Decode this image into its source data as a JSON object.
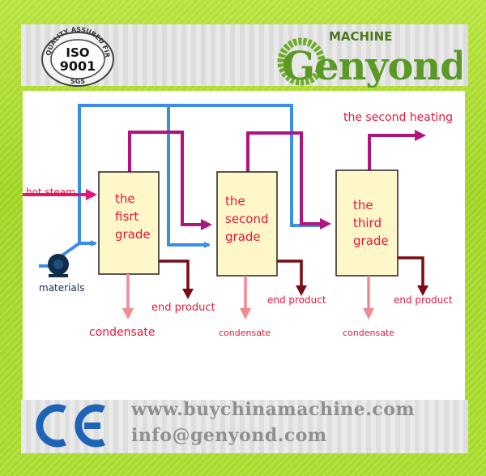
{
  "header": {
    "iso_ring_text": "QUALITY ASSURED FIRM",
    "iso_label": "ISO",
    "iso_number": "9001",
    "iso_sgs": "SGS",
    "brand_top": "MACHINE",
    "brand_name": "Genyond"
  },
  "diagram": {
    "stages": [
      {
        "line1": "the",
        "line2": "fisrt",
        "line3": "grade"
      },
      {
        "line1": "the",
        "line2": "second",
        "line3": "grade"
      },
      {
        "line1": "the",
        "line2": "third",
        "line3": "grade"
      }
    ],
    "labels": {
      "hot_steam": "hot steam",
      "materials": "materials",
      "second_heating": "the second heating",
      "end_product": "end product",
      "condensate": "condensate"
    },
    "colors": {
      "vessel_fill": "#fff7c8",
      "steam": "#e0157f",
      "vapor": "#b0147e",
      "material": "#3a8ee6",
      "product": "#7a0a14",
      "condensate": "#f08a93",
      "label_red": "#e8163c"
    }
  },
  "footer": {
    "ce_mark": "CE",
    "website": "www.buychinamachine.com",
    "email": "info@genyond.com"
  }
}
